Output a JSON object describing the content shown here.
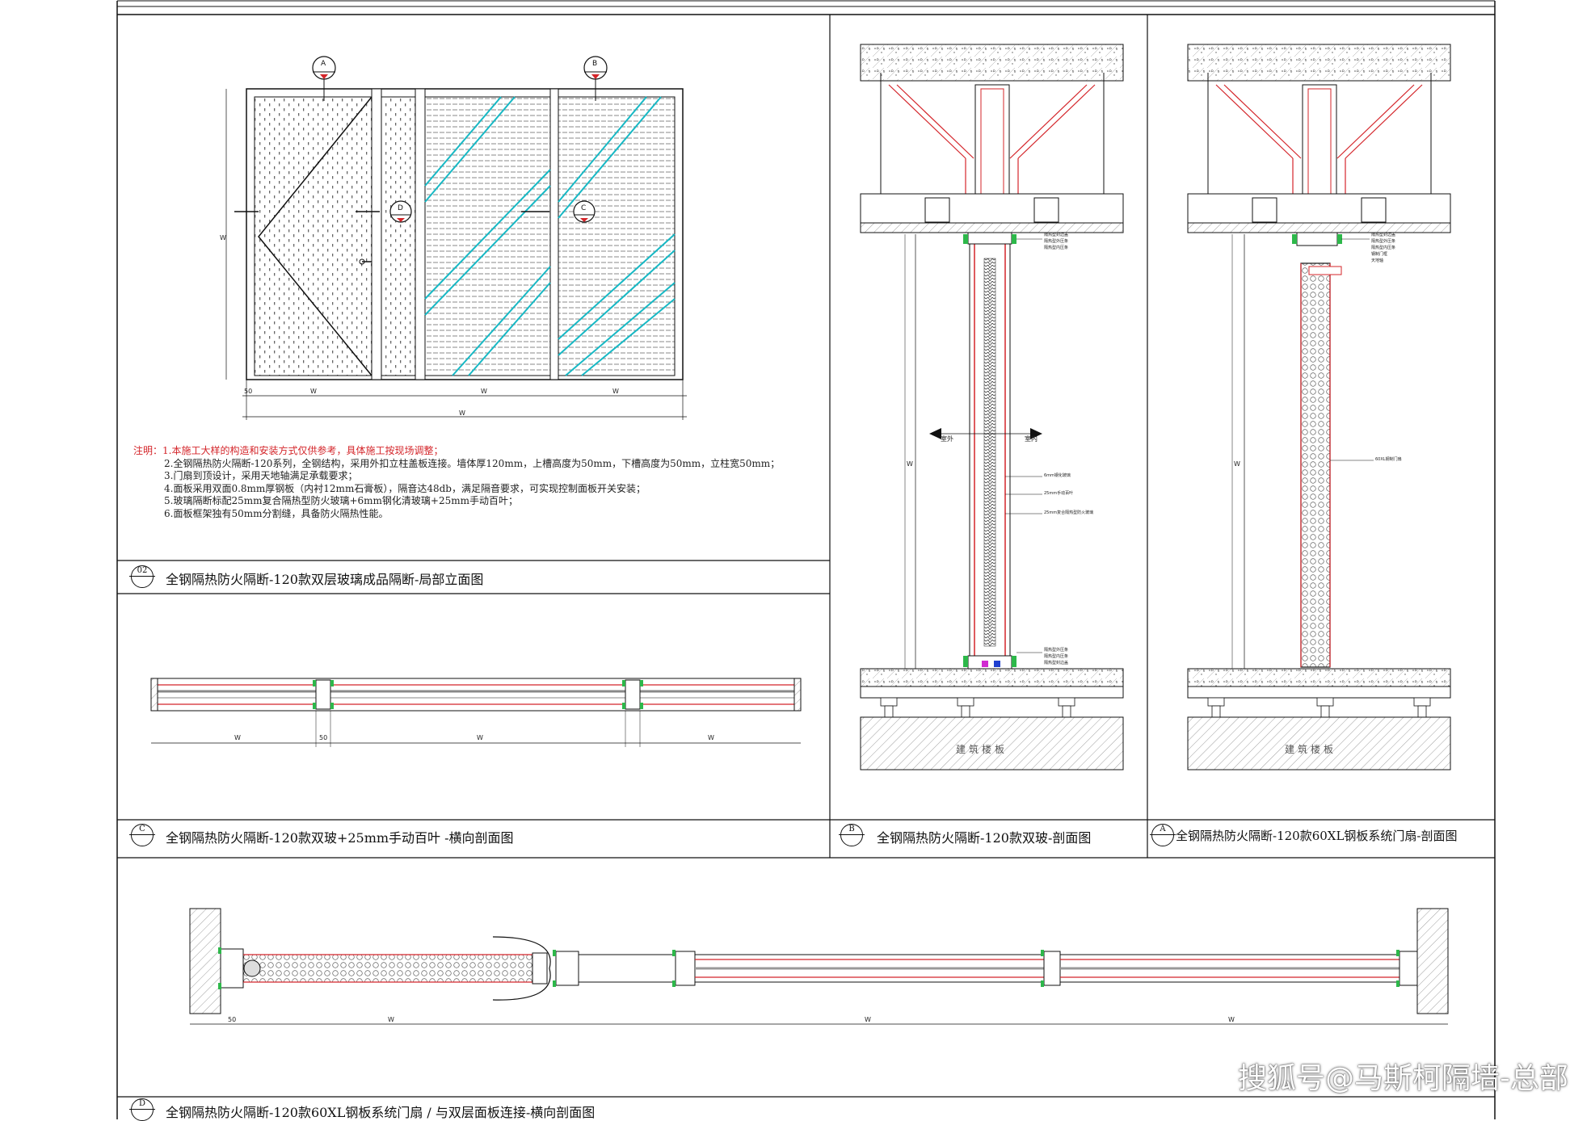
{
  "notes": {
    "line1": "注明：1.本施工大样的构造和安装方式仅供参考，具体施工按现场调整；",
    "line2": "2.全钢隔热防火隔断-120系列，全钢结构，采用外扣立柱盖板连接。墙体厚120mm，上槽高度为50mm，下槽高度为50mm，立柱宽50mm；",
    "line3": "3.门扇到顶设计，采用天地轴满足承载要求；",
    "line4": "4.面板采用双面0.8mm厚钢板（内衬12mm石膏板），隔音达48db，满足隔音要求，可实现控制面板开关安装；",
    "line5": "5.玻璃隔断标配25mm复合隔热型防火玻璃+6mm钢化清玻璃+25mm手动百叶；",
    "line6": "6.面板框架独有50mm分割缝，具备防火隔热性能。"
  },
  "titles": {
    "t02": "全钢隔热防火隔断-120款双层玻璃成品隔断-局部立面图",
    "tC": "全钢隔热防火隔断-120款双玻+25mm手动百叶 -横向剖面图",
    "tB": "全钢隔热防火隔断-120款双玻-剖面图",
    "tA": "全钢隔热防火隔断-120款60XL钢板系统门扇-剖面图",
    "tD": "全钢隔热防火隔断-120款60XL钢板系统门扇 / 与双层面板连接-横向剖面图"
  },
  "bubbles": {
    "b02": "02",
    "bC": "C",
    "bB": "B",
    "bA": "A",
    "bD": "D"
  },
  "elevation_marks": {
    "A": "A",
    "B": "B",
    "C": "C",
    "D": "D"
  },
  "labels": {
    "w": "W",
    "d50": "50",
    "indoor": "室内",
    "outdoor": "室外",
    "floor_b": "建筑楼板",
    "floor_a": "建筑楼板",
    "a_door": "60XL钢制门扇",
    "b_glass1": "6mm钢化玻璃",
    "b_blind": "25mm手动百叶",
    "b_glass2": "25mm复合隔热型防火玻璃",
    "top_l1": "隔热型封边盖",
    "top_l2": "隔热型外压条",
    "top_l3": "隔热型内压条",
    "top_l4": "钢制门框",
    "top_l5": "天地轴",
    "bot_l1": "隔热型外压条",
    "bot_l2": "隔热型内压条",
    "bot_l3": "隔热型封边盖"
  },
  "watermark": "搜狐号@马斯柯隔墙-总部",
  "colors": {
    "line": "#111111",
    "glass": "#17b8c4",
    "red": "#d4252a",
    "green": "#2db84a",
    "magenta": "#d12ad1",
    "frame": "#8b1a1a"
  }
}
